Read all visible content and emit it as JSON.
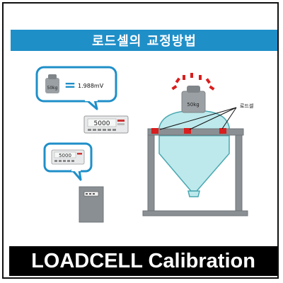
{
  "title": "로드셀의 교정방법",
  "footer": "LOADCELL Calibration",
  "bubble_weight_label": "50kg",
  "bubble_equals": "=",
  "bubble_value": "1.988mV",
  "indicator_display_value": "5000",
  "small_indicator_display_value": "5000",
  "tank_weight_label": "50kg",
  "loadcell_callout": "로드셀",
  "colors": {
    "title_band": "#1f8fc8",
    "bubble_border": "#1f8fc8",
    "tank_fill": "#bde9ec",
    "loadcell_red": "#d81e1e",
    "frame_gray": "#8a8f93"
  }
}
